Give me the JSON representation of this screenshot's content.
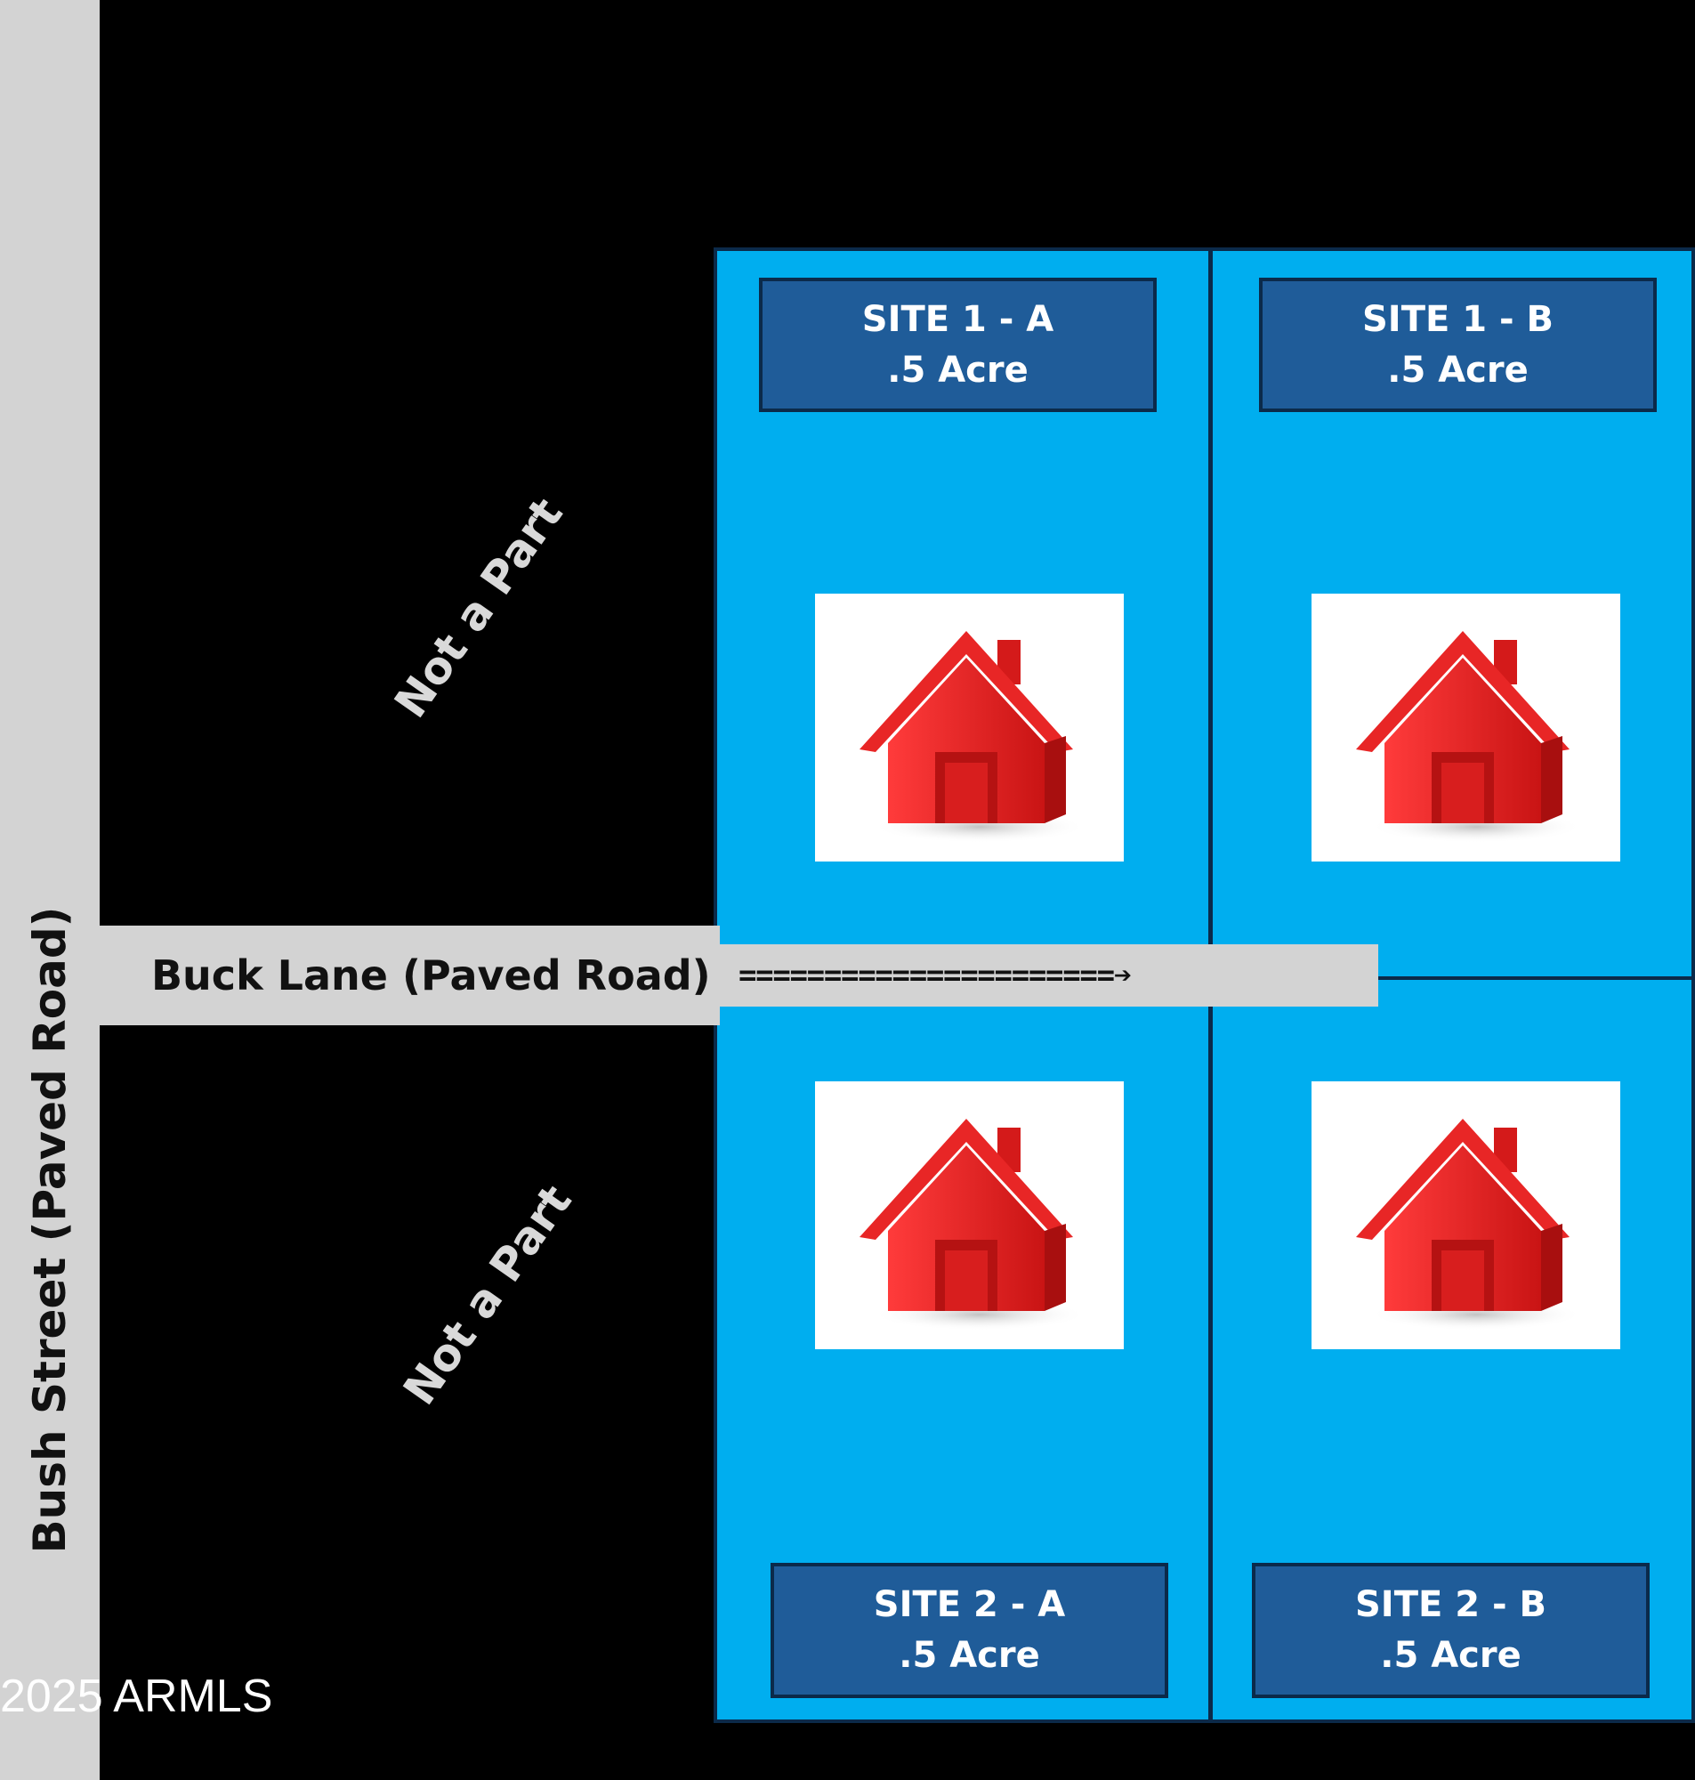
{
  "roads": {
    "bush_street": "Bush Street (Paved Road)",
    "buck_lane": "Buck Lane (Paved Road)",
    "buck_lane_arrow": "======================➔"
  },
  "not_a_part": [
    "Not a Part",
    "Not a Part"
  ],
  "sites": [
    {
      "name": "SITE 1 - A",
      "size": ".5 Acre"
    },
    {
      "name": "SITE 1 - B",
      "size": ".5 Acre"
    },
    {
      "name": "SITE 2 - A",
      "size": ".5 Acre"
    },
    {
      "name": "SITE 2 - B",
      "size": ".5 Acre"
    }
  ],
  "house_icon": "house-icon",
  "watermark": "2025 ARMLS",
  "colors": {
    "background": "#000000",
    "road": "#d3d3d3",
    "lot": "#00aeef",
    "site_box": "#1f5c99",
    "house": "#e02020"
  }
}
